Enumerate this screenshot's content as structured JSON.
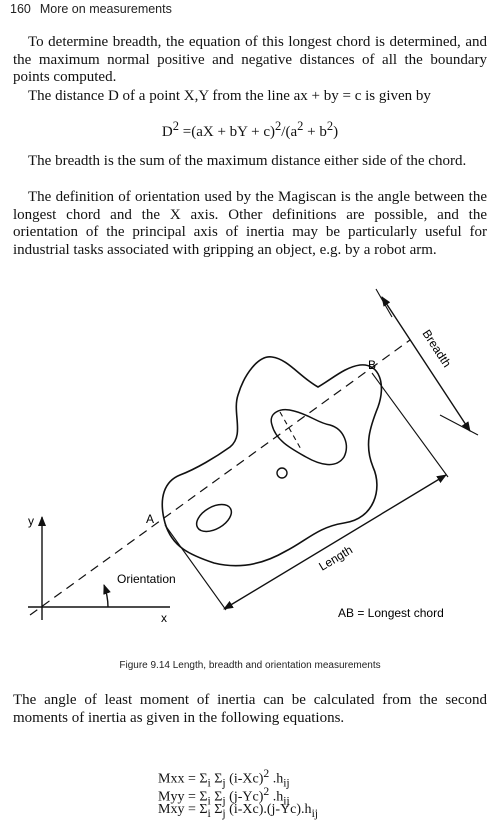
{
  "header": {
    "page_number": "160",
    "running_title": "More on measurements"
  },
  "paragraphs": {
    "p1": "To determine breadth, the equation of this longest chord is determined, and the maximum normal positive and negative distances of all the boundary points computed.",
    "p2": "The distance D of a point X,Y from the line ax + by = c is given by",
    "p3": "The breadth is the sum of the maximum distance either side of the chord.",
    "p4": "The definition of orientation used by the Magiscan is the angle between the longest chord and the X axis. Other definitions are possible, and the orientation of the principal axis of inertia may be particularly useful for industrial tasks associated with gripping an object, e.g. by a robot arm.",
    "p5": "The angle of least moment of inertia can be calculated from the second moments of inertia as given in the following equations."
  },
  "equation_distance": {
    "lhs": "D",
    "lhs_sup": "2",
    "eq": " =(aX + bY + c)",
    "sup1": "2",
    "mid": "/(a",
    "sup2": "2",
    "plus": " + b",
    "sup3": "2",
    "close": ")"
  },
  "figure": {
    "caption": "Figure 9.14 Length, breadth and orientation measurements",
    "labels": {
      "y_axis": "y",
      "x_axis": "x",
      "point_a": "A",
      "point_b": "B",
      "centroid": "O",
      "orientation": "Orientation",
      "length": "Length",
      "breadth": "Breadth",
      "legend": "AB = Longest chord"
    }
  },
  "moments": {
    "mxx": {
      "name": "Mxx",
      "eq": " = Σ",
      "s1": "i",
      "m1": " Σ",
      "s2": "j",
      "body": " (i-Xc)",
      "sup": "2",
      "tail": " .h",
      "sub": "ij"
    },
    "myy": {
      "name": "Myy",
      "eq": " = Σ",
      "s1": "i",
      "m1": " Σ",
      "s2": "j",
      "body": " (j-Yc)",
      "sup": "2",
      "tail": " .h",
      "sub": "ij"
    },
    "mxy": {
      "name": "Mxy",
      "eq": " = Σ",
      "s1": "i",
      "m1": " Σ",
      "s2": "j",
      "body": " (i-Xc).(j-Yc).h",
      "sub": "ij"
    }
  }
}
